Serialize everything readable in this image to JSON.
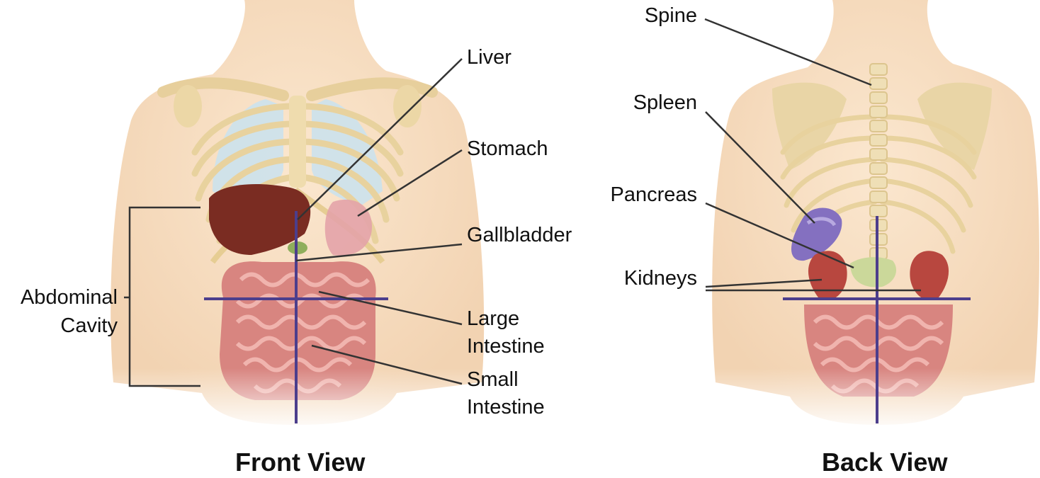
{
  "front": {
    "title": "Front View",
    "labels": {
      "liver": "Liver",
      "stomach": "Stomach",
      "gallbladder": "Gallbladder",
      "large_intestine_1": "Large",
      "large_intestine_2": "Intestine",
      "small_intestine_1": "Small",
      "small_intestine_2": "Intestine",
      "abdominal_cavity_1": "Abdominal",
      "abdominal_cavity_2": "Cavity"
    }
  },
  "back": {
    "title": "Back View",
    "labels": {
      "spine": "Spine",
      "spleen": "Spleen",
      "pancreas": "Pancreas",
      "kidneys": "Kidneys"
    }
  },
  "colors": {
    "skin": "#f6dcc0",
    "bone": "#efdcae",
    "lung": "#b9d9e8",
    "liver": "#7a2c22",
    "intestine": "#d9837c",
    "spleen": "#8470c0",
    "pancreas": "#cbd89a",
    "crosshair": "#4c3e8c",
    "leader": "#333333"
  }
}
